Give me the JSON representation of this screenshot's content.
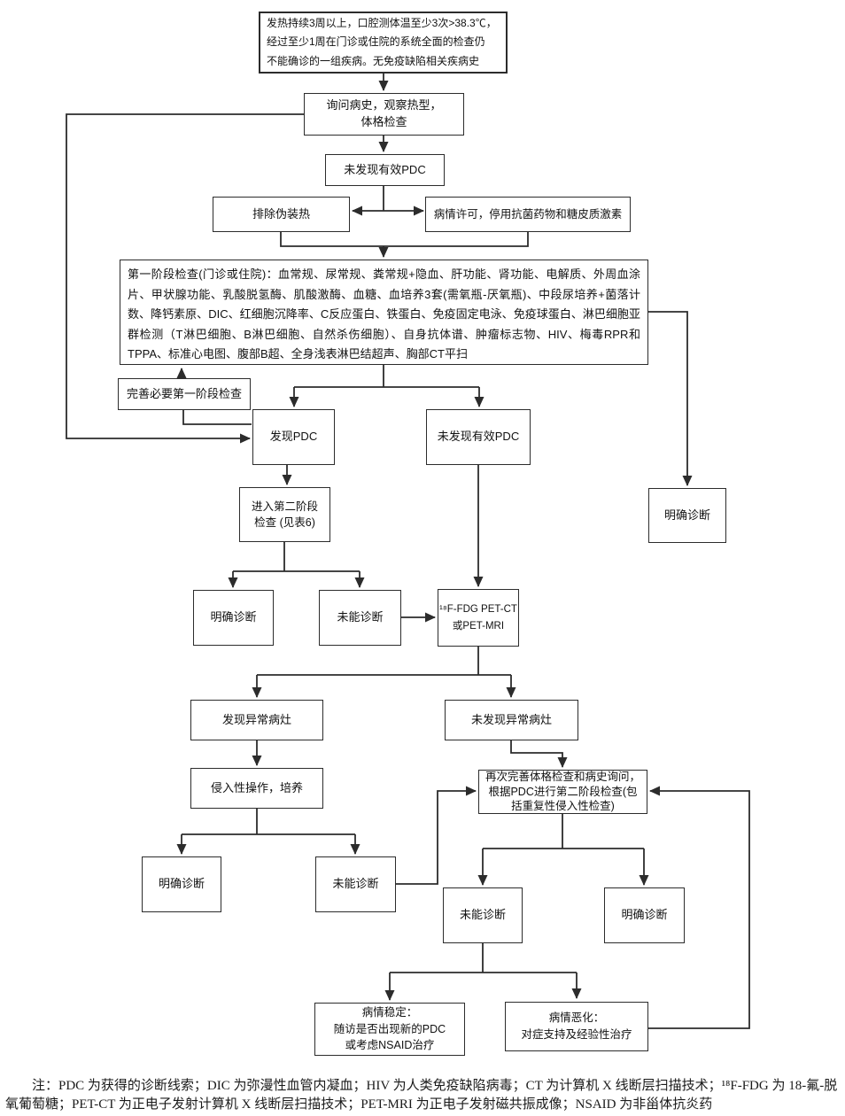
{
  "figure": {
    "type": "flowchart",
    "language": "zh-CN",
    "background_color": "#ffffff",
    "line_color": "#2c2c2c",
    "text_color": "#111111"
  },
  "nodes": {
    "fever_def": {
      "text": "发热持续3周以上，口腔测体温至少3次>38.3℃，\n经过至少1周在门诊或住院的系统全面的检查仍\n不能确诊的一组疾病。无免疫缺陷相关疾病史"
    },
    "history": {
      "text": "询问病史，观察热型，\n体格检查"
    },
    "no_pdc_1": {
      "text": "未发现有效PDC"
    },
    "exclude_factitious": {
      "text": "排除伪装热"
    },
    "stop_drugs": {
      "text": "病情许可，停用抗菌药物和糖皮质激素"
    },
    "stage1": {
      "text": "第一阶段检查(门诊或住院)：血常规、尿常规、粪常规+隐血、肝功能、肾功能、电解质、外周血涂片、甲状腺功能、乳酸脱氢酶、肌酸激酶、血糖、血培养3套(需氧瓶-厌氧瓶)、中段尿培养+菌落计数、降钙素原、DIC、红细胞沉降率、C反应蛋白、铁蛋白、免疫固定电泳、免疫球蛋白、淋巴细胞亚群检测（T淋巴细胞、B淋巴细胞、自然杀伤细胞）、自身抗体谱、肿瘤标志物、HIV、梅毒RPR和TPPA、标准心电图、腹部B超、全身浅表淋巴结超声、胸部CT平扫"
    },
    "complete_stage1": {
      "text": "完善必要第一阶段检查"
    },
    "found_pdc": {
      "text": "发现PDC"
    },
    "no_pdc_2": {
      "text": "未发现有效PDC"
    },
    "diagnosis_right": {
      "text": "明确诊断"
    },
    "stage2": {
      "text": "进入第二阶段\n检查 (见表6)"
    },
    "diagnosis_a": {
      "text": "明确诊断"
    },
    "undiagnosed_a": {
      "text": "未能诊断"
    },
    "petct": {
      "text": "¹⁸F-FDG PET-CT\n或PET-MRI"
    },
    "found_lesion": {
      "text": "发现异常病灶"
    },
    "no_lesion": {
      "text": "未发现异常病灶"
    },
    "invasive": {
      "text": "侵入性操作，培养"
    },
    "recheck": {
      "text": "再次完善体格检查和病史询问，\n根据PDC进行第二阶段检查(包\n括重复性侵入性检查)"
    },
    "diagnosis_b": {
      "text": "明确诊断"
    },
    "undiagnosed_b": {
      "text": "未能诊断"
    },
    "undiagnosed_c": {
      "text": "未能诊断"
    },
    "diagnosis_c": {
      "text": "明确诊断"
    },
    "stable": {
      "text": "病情稳定：\n随访是否出现新的PDC\n或考虑NSAID治疗"
    },
    "worse": {
      "text": "病情恶化：\n对症支持及经验性治疗"
    }
  },
  "footnote": {
    "line1": "注：PDC 为获得的诊断线索；DIC 为弥漫性血管内凝血；HIV 为人类免疫缺陷病毒；CT 为计算机 X 线断层扫描技术；¹⁸F-FDG 为 18-氟-脱",
    "line2": "氧葡萄糖；PET-CT 为正电子发射计算机 X 线断层扫描技术；PET-MRI 为正电子发射磁共振成像；NSAID 为非甾体抗炎药"
  }
}
